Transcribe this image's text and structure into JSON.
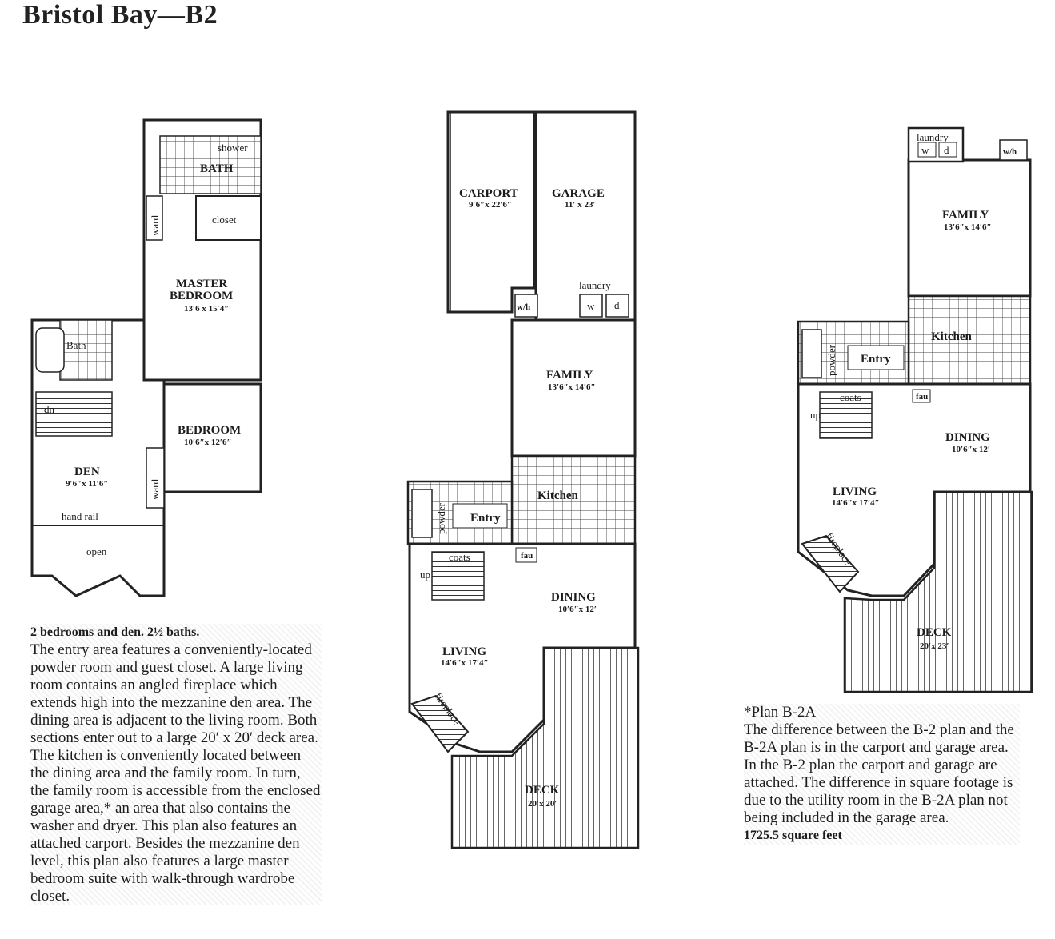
{
  "document": {
    "title": "Bristol Bay—B2"
  },
  "plan_upper": {
    "rooms": {
      "bath_master": "BATH",
      "shower": "shower",
      "ward1": "ward",
      "closet": "closet",
      "master_bedroom": "MASTER BEDROOM",
      "master_line1": "MASTER",
      "master_line2": "BEDROOM",
      "master_dim": "13′6 x 15′4″",
      "bath2": "Bath",
      "dn": "dn",
      "bedroom": "BEDROOM",
      "bedroom_dim": "10′6″x 12′6″",
      "ward2": "ward",
      "den": "DEN",
      "den_dim": "9′6″x 11′6″",
      "hand_rail": "hand rail",
      "open": "open"
    }
  },
  "plan_main": {
    "rooms": {
      "carport": "CARPORT",
      "carport_dim": "9′6″x 22′6″",
      "garage": "GARAGE",
      "garage_dim": "11′ x 23′",
      "laundry": "laundry",
      "w": "w",
      "d": "d",
      "wh": "w/h",
      "family": "FAMILY",
      "family_dim": "13′6″x 14′6″",
      "kitchen": "Kitchen",
      "powder": "powder",
      "entry": "Entry",
      "coats": "coats",
      "fau": "fau",
      "up": "up",
      "dining": "DINING",
      "dining_dim": "10′6″x 12′",
      "living": "LIVING",
      "living_dim": "14′6″x 17′4″",
      "fireplace": "fireplace",
      "deck": "DECK",
      "deck_dim": "20′x 20′"
    }
  },
  "plan_alt": {
    "rooms": {
      "laundry": "laundry",
      "w": "w",
      "d": "d",
      "wh": "w/h",
      "family": "FAMILY",
      "family_dim": "13′6″x 14′6″",
      "kitchen": "Kitchen",
      "powder": "powder",
      "entry": "Entry",
      "coats": "coats",
      "fau": "fau",
      "up": "up",
      "dining": "DINING",
      "dining_dim": "10′6″x 12′",
      "living": "LIVING",
      "living_dim": "14′6″x 17′4″",
      "fireplace": "fireplace",
      "deck": "DECK",
      "deck_dim": "20′x 23′"
    }
  },
  "description_main": {
    "heading": "2 bedrooms and den. 2½ baths.",
    "body": "The entry area features a conveniently-located powder room and guest closet. A large living room contains an angled fireplace which extends high into the mezzanine den area. The dining area is adjacent to the living room. Both sections enter out to a large 20′ x 20′ deck area. The kitchen is conveniently located between the dining area and the family room. In turn, the family room is accessible from the enclosed garage area,* an area that also contains the washer and dryer. This plan also features an attached carport. Besides the mezzanine den level, this plan also features a large master bedroom suite with walk-through wardrobe closet."
  },
  "description_alt": {
    "heading": "*Plan B-2A",
    "body": "The difference between the B-2 plan and the B-2A plan is in the carport and garage area. In the B-2 plan the carport and garage are attached. The difference in square footage is due to the utility room in the B-2A plan not being included in the garage area.",
    "footage": "1725.5 square feet"
  }
}
